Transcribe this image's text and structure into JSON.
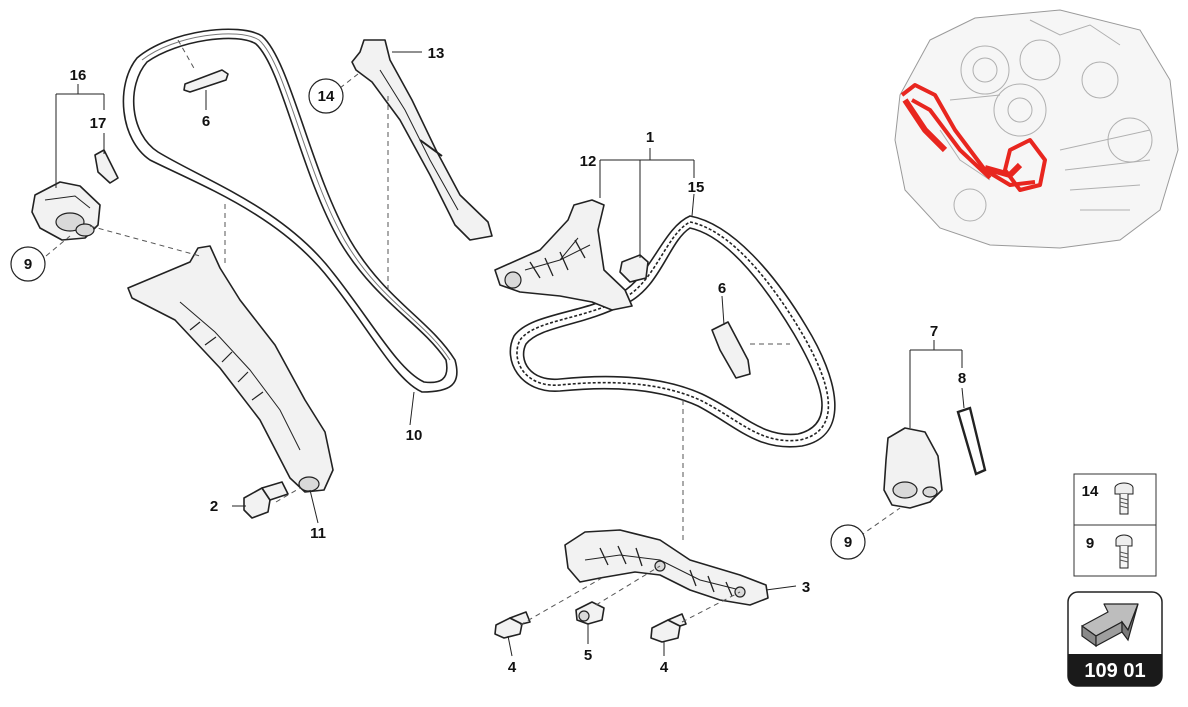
{
  "callouts": {
    "c1": "1",
    "c2": "2",
    "c3": "3",
    "c4a": "4",
    "c4b": "4",
    "c5": "5",
    "c6a": "6",
    "c6b": "6",
    "c7": "7",
    "c8": "8",
    "c9a": "9",
    "c9b": "9",
    "c10": "10",
    "c11": "11",
    "c12": "12",
    "c13": "13",
    "c14": "14",
    "c15": "15",
    "c16": "16",
    "c17": "17"
  },
  "legend": {
    "top_number": "14",
    "bottom_number": "9"
  },
  "reference": {
    "code": "109 01"
  },
  "colors": {
    "highlight": "#e8261f",
    "line": "#222222",
    "reference_bg": "#1a1a1a"
  }
}
